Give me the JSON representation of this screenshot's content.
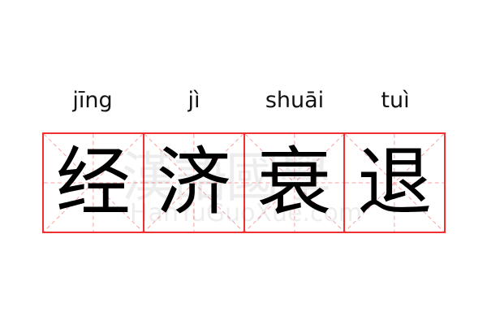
{
  "pinyin": [
    "jīng",
    "jì",
    "shuāi",
    "tuì"
  ],
  "characters": [
    "经",
    "济",
    "衰",
    "退"
  ],
  "watermark": {
    "cn": "漢語國學",
    "en": "HanYuGuoXue.com"
  },
  "colors": {
    "grid": "#f03030",
    "guide": "#f8a0a0"
  }
}
